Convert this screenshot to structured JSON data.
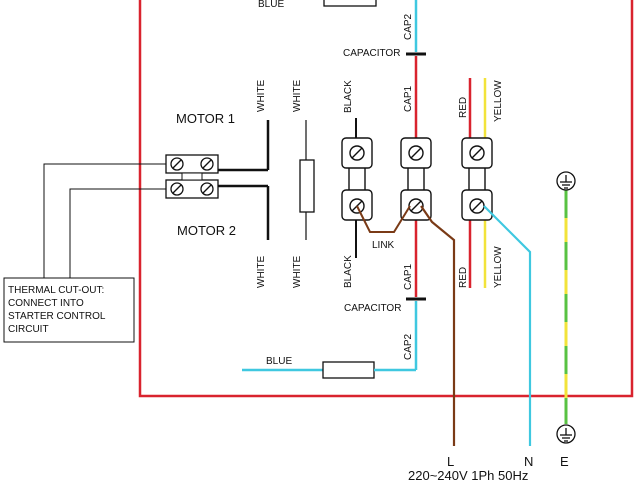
{
  "labels": {
    "motor1": "MOTOR 1",
    "motor2": "MOTOR 2",
    "white": "WHITE",
    "black": "BLACK",
    "cap1": "CAP1",
    "cap2": "CAP2",
    "red": "RED",
    "yellow": "YELLOW",
    "blue": "BLUE",
    "capacitor": "CAPACITOR",
    "link": "LINK",
    "terminal_l": "L",
    "terminal_n": "N",
    "terminal_e": "E",
    "supply": "220~240V 1Ph 50Hz"
  },
  "thermal_note": [
    "THERMAL CUT-OUT:",
    "CONNECT INTO",
    "STARTER CONTROL",
    "CIRCUIT"
  ],
  "colors": {
    "enclosure": "#d9232e",
    "red_wire": "#d9232e",
    "blue_wire": "#3fc8e0",
    "brown_wire": "#7a3a16",
    "yellow_wire": "#f2e33a",
    "green_wire": "#58c242",
    "black_wire": "#111111"
  }
}
